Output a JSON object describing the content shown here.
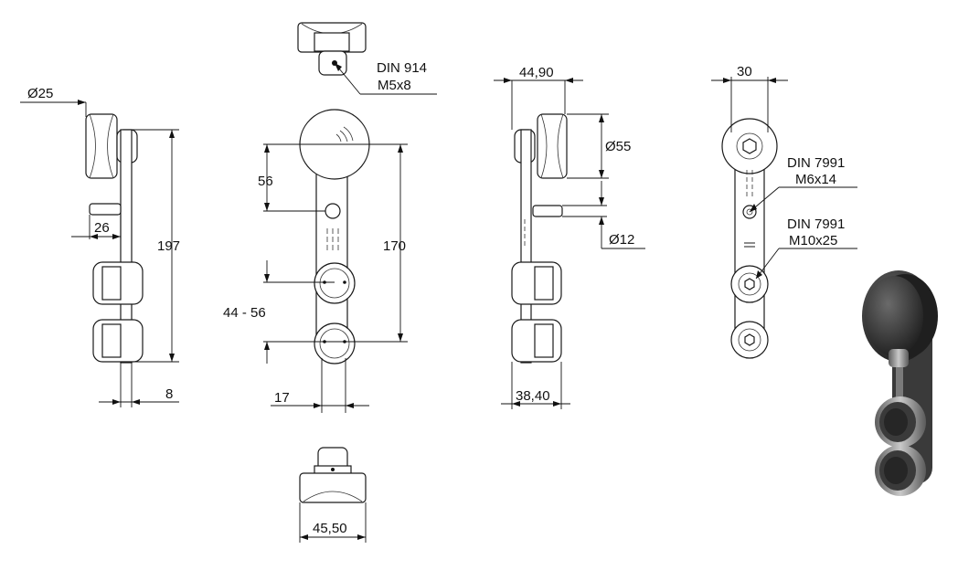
{
  "dimensions": {
    "roller_diameter": "Ø25",
    "length_26": "26",
    "height_197": "197",
    "offset_8": "8",
    "distance_56": "56",
    "spacing_range": "44 - 56",
    "center_170": "170",
    "offset_17": "17",
    "width_4550": "45,50",
    "width_4490": "44,90",
    "wheel_diameter": "Ø55",
    "pin_diameter": "Ø12",
    "depth_3840": "38,40",
    "width_30": "30"
  },
  "callouts": {
    "din914_standard": "DIN 914",
    "din914_size": "M5x8",
    "din7991_a_standard": "DIN 7991",
    "din7991_a_size": "M6x14",
    "din7991_b_standard": "DIN 7991",
    "din7991_b_size": "M10x25"
  },
  "colors": {
    "line": "#1a1a1a",
    "render_dark": "#2b2b2b",
    "render_metal": "#9a9a9a"
  }
}
